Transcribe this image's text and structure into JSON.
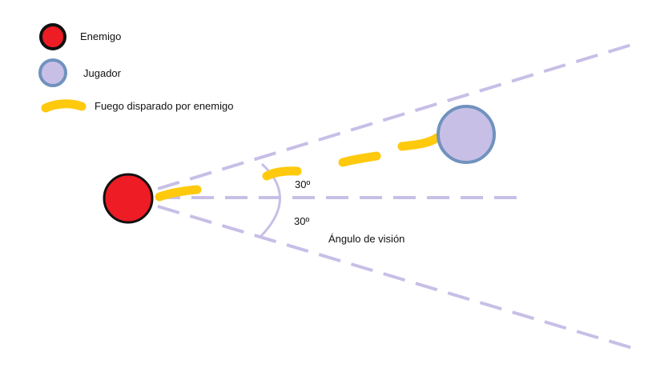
{
  "legend": {
    "enemy_label": "Enemigo",
    "player_label": "Jugador",
    "fire_label": "Fuego disparado por enemigo"
  },
  "annotations": {
    "angle_upper": "30º",
    "angle_lower": "30º",
    "vision_label": "Ángulo de visión"
  },
  "colors": {
    "enemy_fill": "#ee1c24",
    "enemy_stroke": "#111111",
    "player_fill": "#c8bfe7",
    "player_stroke": "#7092be",
    "fire": "#ffc90e",
    "vision_lines": "#c8bfe7"
  }
}
